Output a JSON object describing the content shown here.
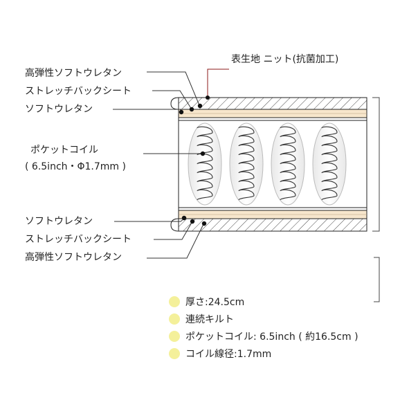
{
  "labels": {
    "top_fabric": "表生地 ニット(抗菌加工)",
    "top_high_resilience": "高弾性ソフトウレタン",
    "top_stretch_back": "ストレッチバックシート",
    "top_soft_urethane": "ソフトウレタン",
    "coil_line1": "ポケットコイル",
    "coil_line2": "( 6.5inch・Φ1.7mm )",
    "bottom_soft_urethane": "ソフトウレタン",
    "bottom_stretch_back": "ストレッチバックシート",
    "bottom_high_resilience": "高弾性ソフトウレタン"
  },
  "specs": [
    "厚さ:24.5cm",
    "連続キルト",
    "ポケットコイル: 6.5inch ( 約16.5cm )",
    "コイル線径:1.7mm"
  ],
  "colors": {
    "urethane_layer": "#f7e6cc",
    "bullet": "#f4f09a",
    "line": "#222222",
    "accent_line": "#8b1a1a"
  }
}
